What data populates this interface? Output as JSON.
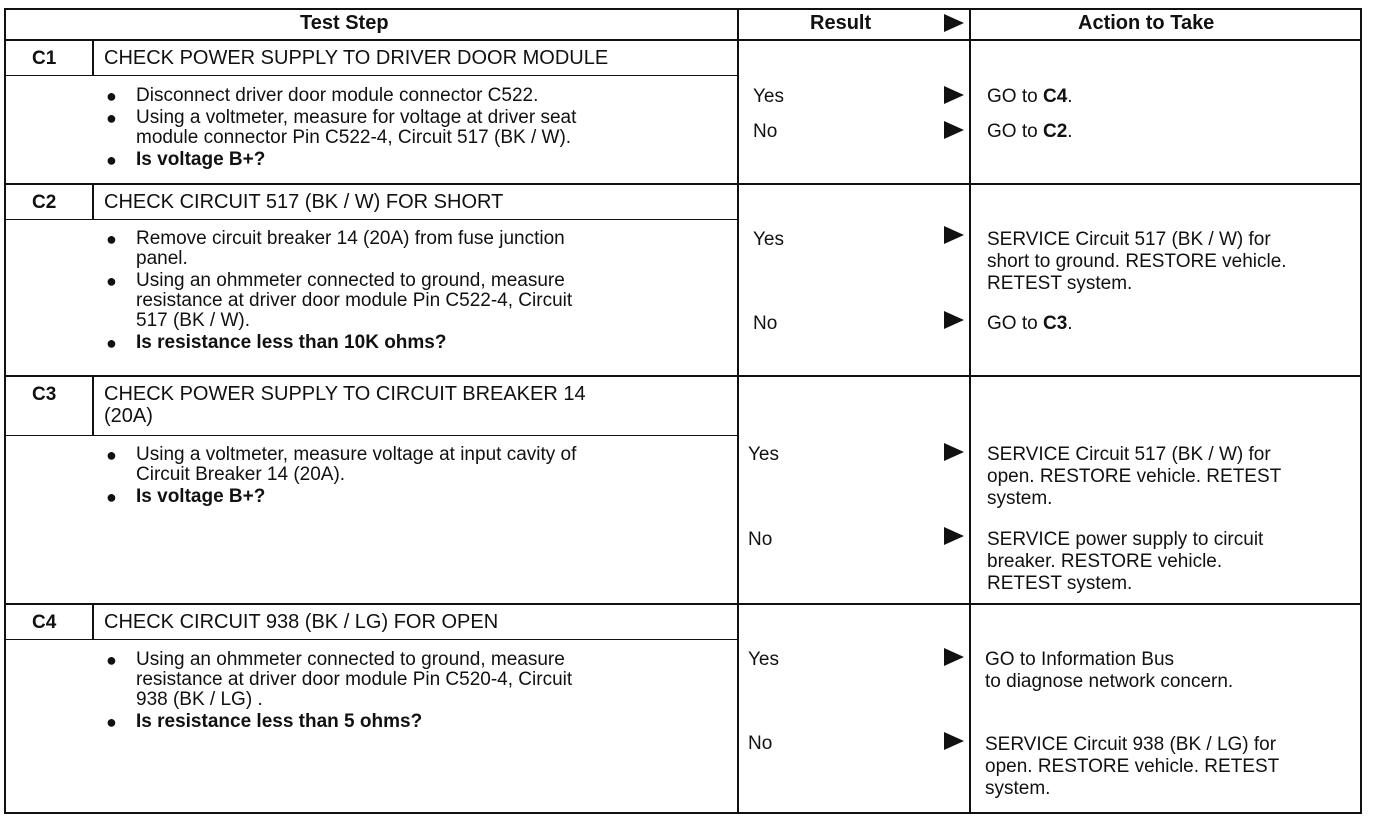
{
  "header": {
    "test_step": "Test Step",
    "result": "Result",
    "action": "Action to Take"
  },
  "steps": [
    {
      "id": "C1",
      "title": [
        "CHECK POWER SUPPLY TO DRIVER DOOR MODULE"
      ],
      "procedure": [
        "Disconnect driver door module connector C522.",
        "Using a voltmeter, measure for voltage at driver seat module connector Pin C522-4, Circuit 517 (BK / W).",
        "Is voltage B+?"
      ],
      "results": [
        {
          "result": "Yes",
          "action_lines": [
            "GO to "
          ],
          "action_ref": "C4",
          "action_suffix": "."
        },
        {
          "result": "No",
          "action_lines": [
            "GO to "
          ],
          "action_ref": "C2",
          "action_suffix": "."
        }
      ]
    },
    {
      "id": "C2",
      "title": [
        "CHECK CIRCUIT 517 (BK / W) FOR SHORT"
      ],
      "procedure": [
        "Remove circuit breaker 14 (20A) from fuse junction panel.",
        "Using an ohmmeter connected to ground, measure resistance at driver door module Pin C522-4, Circuit 517 (BK / W).",
        "Is resistance less than 10K ohms?"
      ],
      "results": [
        {
          "result": "Yes",
          "action_text": [
            "SERVICE Circuit 517 (BK / W) for",
            "short to ground. RESTORE vehicle.",
            "RETEST system."
          ]
        },
        {
          "result": "No",
          "action_lines": [
            "GO to "
          ],
          "action_ref": "C3",
          "action_suffix": "."
        }
      ]
    },
    {
      "id": "C3",
      "title": [
        "CHECK POWER SUPPLY TO CIRCUIT BREAKER 14",
        "(20A)"
      ],
      "procedure": [
        "Using a voltmeter, measure voltage at input cavity of Circuit Breaker 14 (20A).",
        "Is voltage B+?"
      ],
      "results": [
        {
          "result": "Yes",
          "action_text": [
            "SERVICE Circuit 517 (BK / W) for",
            "open. RESTORE vehicle. RETEST",
            "system."
          ]
        },
        {
          "result": "No",
          "action_text": [
            "SERVICE power supply to circuit",
            "breaker. RESTORE vehicle.",
            "RETEST system."
          ]
        }
      ]
    },
    {
      "id": "C4",
      "title": [
        "CHECK CIRCUIT 938 (BK / LG) FOR OPEN"
      ],
      "procedure": [
        "Using an ohmmeter connected to ground, measure resistance at driver door module Pin C520-4, Circuit 938 (BK / LG) .",
        "Is resistance less than 5 ohms?"
      ],
      "results": [
        {
          "result": "Yes",
          "action_text": [
            "GO to Information Bus",
            "to diagnose network concern."
          ]
        },
        {
          "result": "No",
          "action_text": [
            "SERVICE Circuit 938 (BK / LG)  for",
            "open. RESTORE vehicle. RETEST",
            "system."
          ]
        }
      ]
    }
  ],
  "bullet": "●",
  "proc_lines": {
    "c1": [
      "Disconnect driver door module connector C522.",
      "Using a voltmeter, measure for voltage at driver seat",
      "module connector Pin C522-4, Circuit 517 (BK / W).",
      "Is voltage B+?"
    ],
    "c2": [
      "Remove circuit breaker 14 (20A) from fuse junction",
      "panel.",
      "Using an ohmmeter connected to ground, measure",
      "resistance at driver door module Pin C522-4, Circuit",
      "517 (BK / W).",
      "Is resistance less than 10K ohms?"
    ],
    "c3": [
      "Using a voltmeter, measure voltage at input cavity of",
      "Circuit Breaker 14 (20A).",
      "Is voltage B+?"
    ],
    "c4": [
      "Using an ohmmeter connected to ground, measure",
      "resistance at driver door module Pin C520-4, Circuit",
      "938 (BK / LG) .",
      "Is resistance less than 5 ohms?"
    ]
  }
}
